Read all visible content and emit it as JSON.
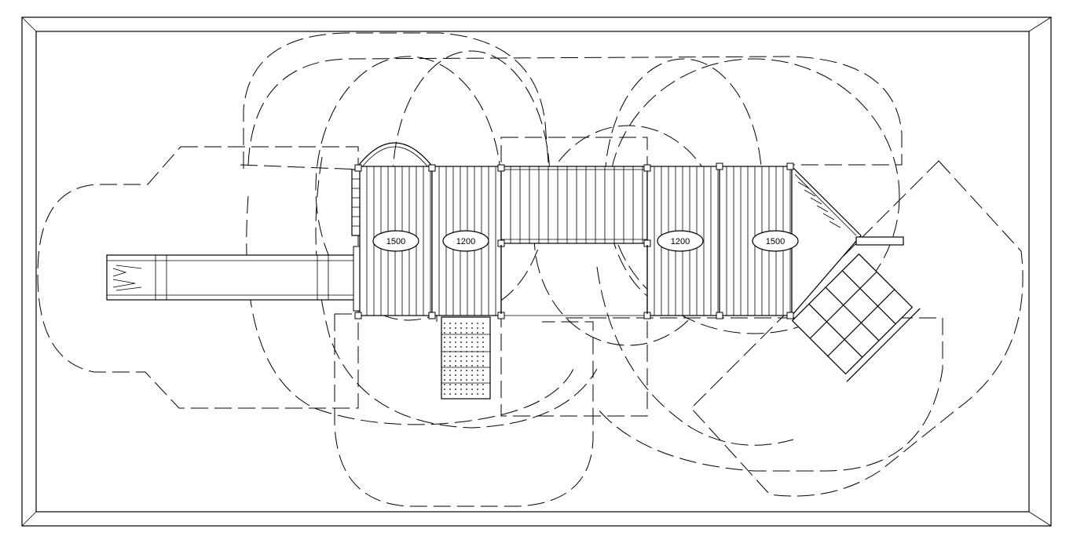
{
  "plan": {
    "deck_labels": [
      "1500",
      "1200",
      "1200",
      "1500"
    ]
  }
}
